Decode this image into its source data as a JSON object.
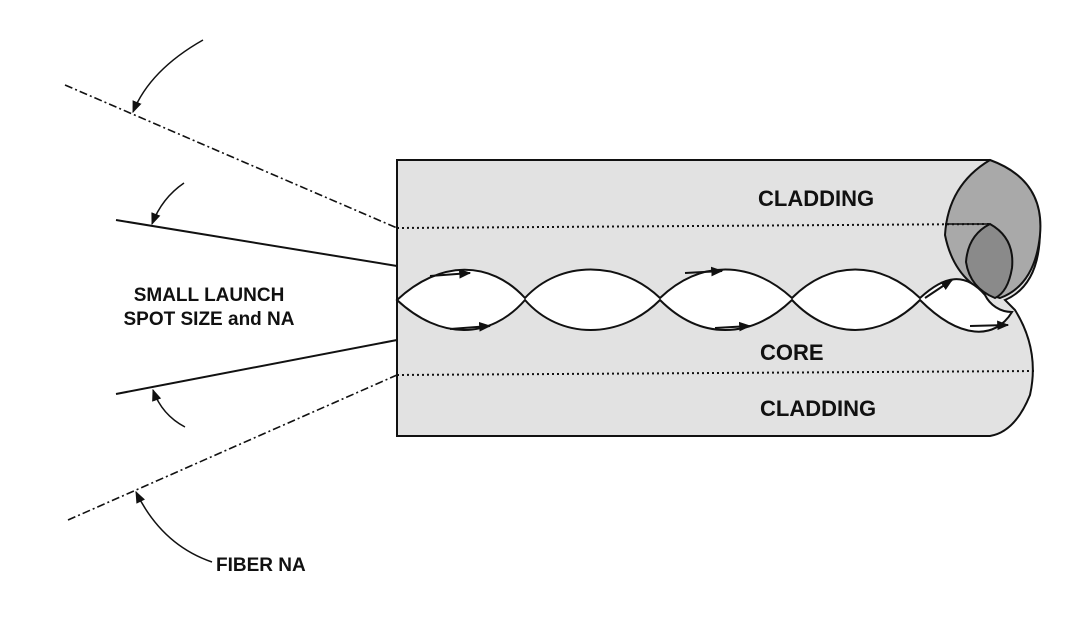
{
  "labels": {
    "cladding_top": "CLADDING",
    "core": "CORE",
    "cladding_bottom": "CLADDING",
    "small_launch_line1": "SMALL LAUNCH",
    "small_launch_line2": "SPOT SIZE and NA",
    "fiber_na": "FIBER NA"
  },
  "colors": {
    "fiber_fill": "#e2e2e2",
    "end_outer": "#a9a9a9",
    "end_inner": "#8a8a8a",
    "line": "#111111"
  }
}
